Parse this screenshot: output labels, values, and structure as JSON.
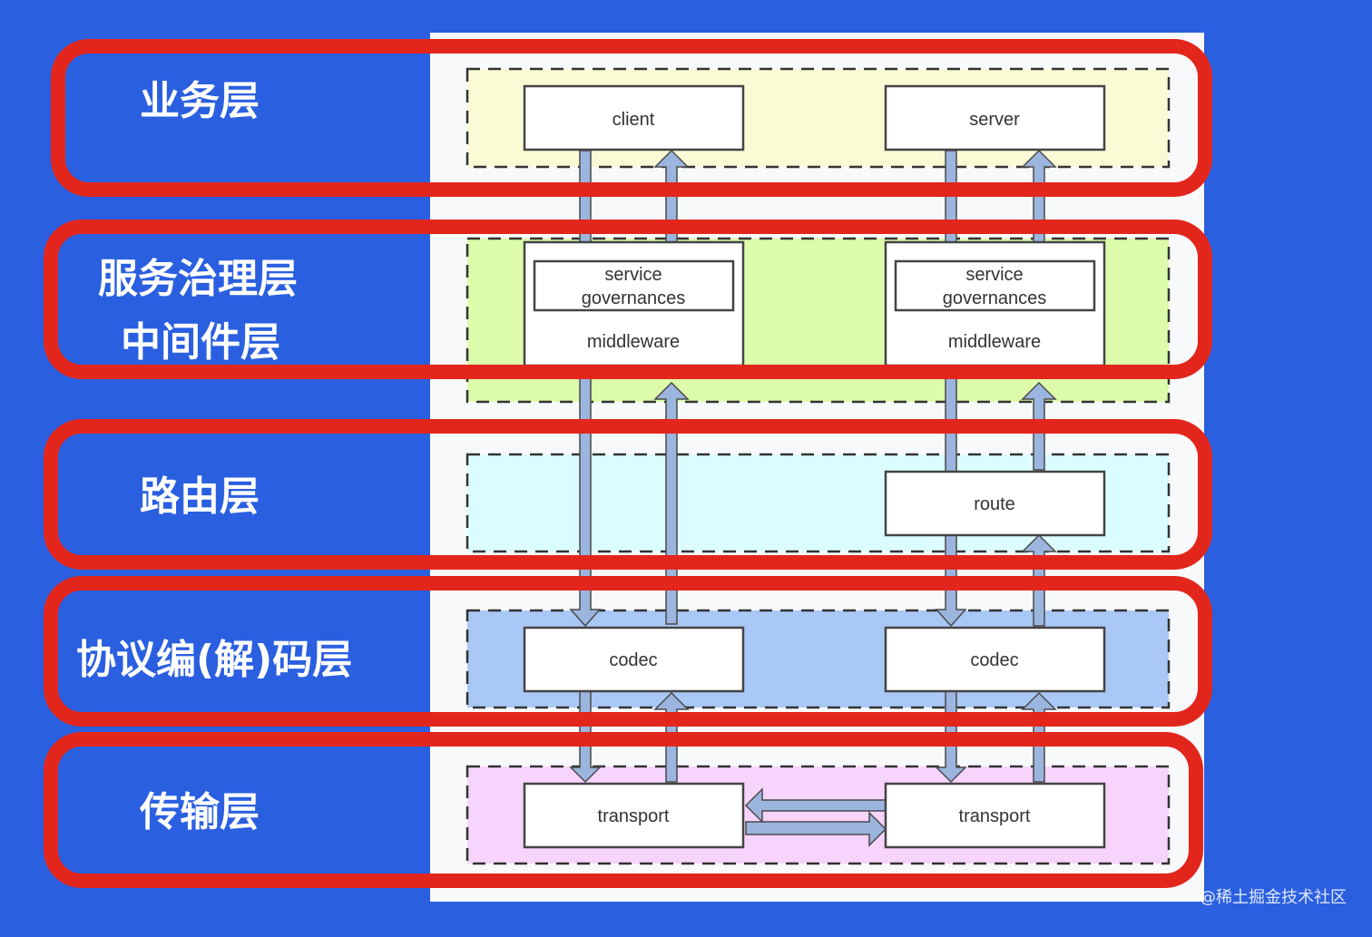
{
  "colors": {
    "background": "#2a5fe0",
    "panel": "#f8f9fb",
    "highlight": "#e2261c",
    "business_zone": "#fafad4",
    "governance_zone": "#dcfbab",
    "route_zone": "#dcfdff",
    "codec_zone": "#a9c8f6",
    "transport_zone": "#f6d4fb",
    "arrow_fill": "#9cb5de",
    "box_border": "#444444"
  },
  "layers": [
    {
      "label": "业务层"
    },
    {
      "label": "服务治理层",
      "label2": "中间件层"
    },
    {
      "label": "路由层"
    },
    {
      "label": "协议编(解)码层"
    },
    {
      "label": "传输层"
    }
  ],
  "diagram": {
    "client": "client",
    "server": "server",
    "service_governances_line1": "service",
    "service_governances_line2": "governances",
    "middleware": "middleware",
    "route": "route",
    "codec": "codec",
    "transport": "transport"
  },
  "credit": "@稀土掘金技术社区"
}
